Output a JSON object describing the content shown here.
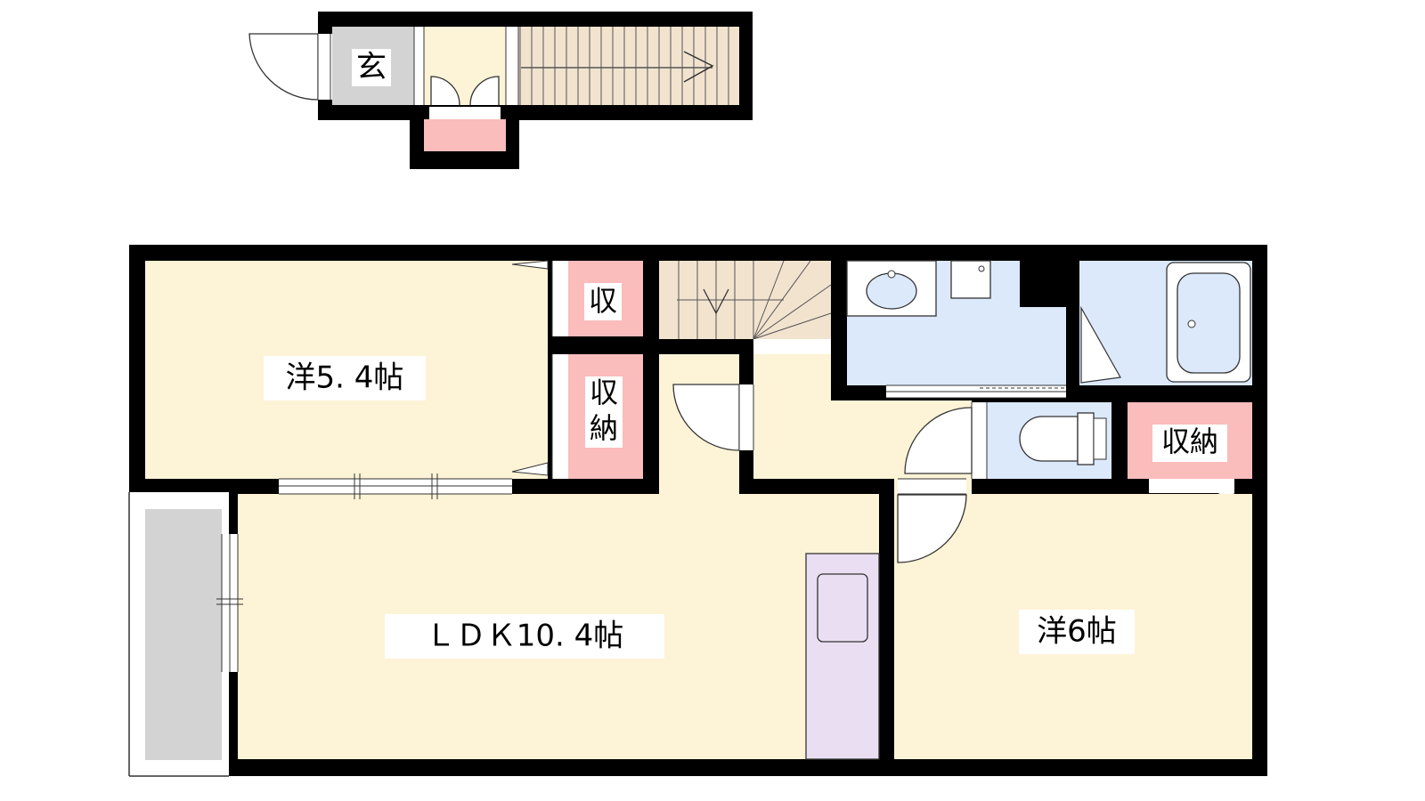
{
  "colors": {
    "wall": "#000000",
    "room": "#fdf3d6",
    "wet": "#dbe9fb",
    "storage": "#fbbcbc",
    "entry": "#d3d3d3",
    "balcony": "#d3d3d3",
    "stairs": "#f2e3cf",
    "kitchen": "#eadff2",
    "fixture": "#ffffff"
  },
  "labels": {
    "genkan": "玄",
    "shu": "収",
    "shuno_v": [
      "収",
      "納"
    ],
    "shuno_h": "収納",
    "western_a": "洋5. 4帖",
    "ldk": "ＬＤＫ10. 4帖",
    "western_b": "洋6帖"
  }
}
